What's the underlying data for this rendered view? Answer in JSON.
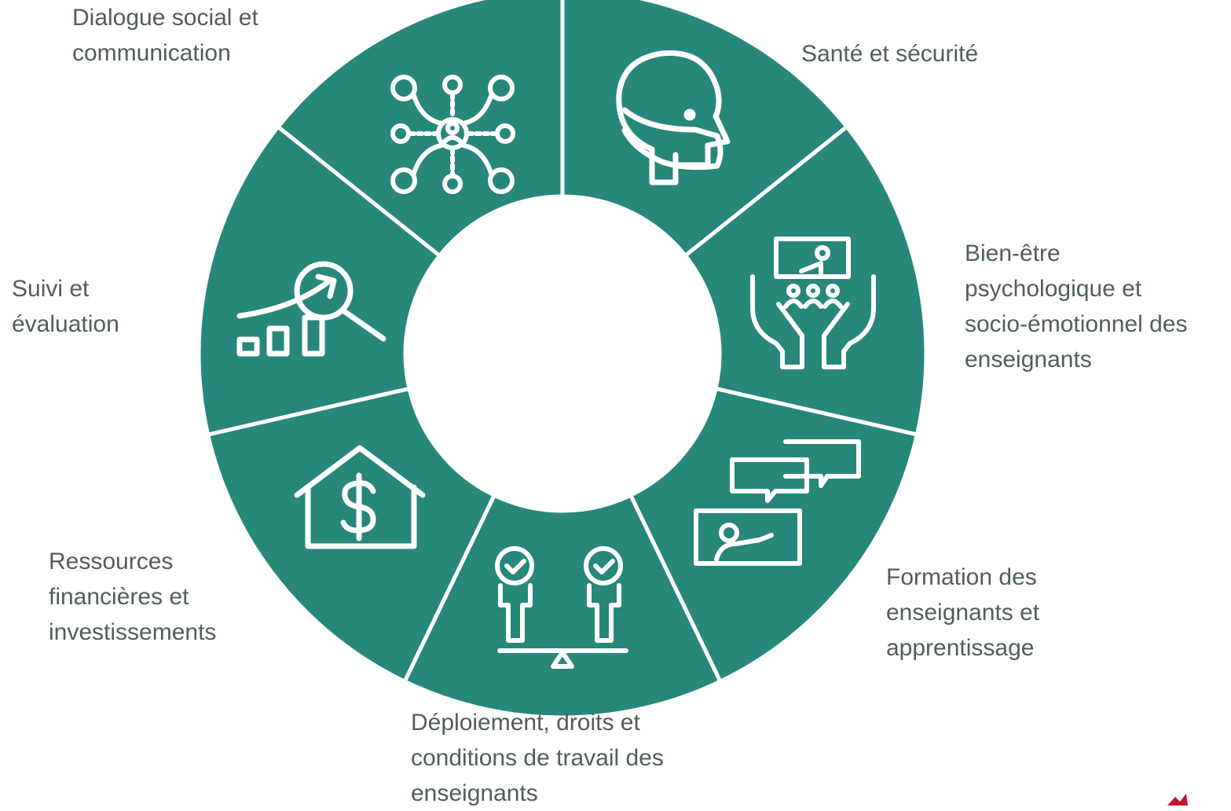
{
  "diagram": {
    "segment_color": "#27877a",
    "label_color": "#4f5e5b",
    "segments": [
      {
        "id": "dialogue",
        "lines": [
          "Dialogue social et",
          "communication"
        ],
        "icon": "network-people-icon"
      },
      {
        "id": "sante",
        "lines": [
          "Santé et sécurité"
        ],
        "icon": "face-mask-icon"
      },
      {
        "id": "bienetre",
        "lines": [
          "Bien-être",
          "psychologique et",
          "socio-émotionnel des",
          "enseignants"
        ],
        "icon": "hands-supporting-class-icon"
      },
      {
        "id": "formation",
        "lines": [
          "Formation des",
          "enseignants et",
          "apprentissage"
        ],
        "icon": "teacher-chat-bubbles-icon"
      },
      {
        "id": "deploiement",
        "lines": [
          "Déploiement, droits et",
          "conditions de travail des",
          "enseignants"
        ],
        "icon": "balanced-workers-icon"
      },
      {
        "id": "ressources",
        "lines": [
          "Ressources",
          "financières et",
          "investissements"
        ],
        "icon": "house-dollar-icon"
      },
      {
        "id": "suivi",
        "lines": [
          "Suivi et",
          "évaluation"
        ],
        "icon": "magnifier-growth-chart-icon"
      }
    ]
  }
}
